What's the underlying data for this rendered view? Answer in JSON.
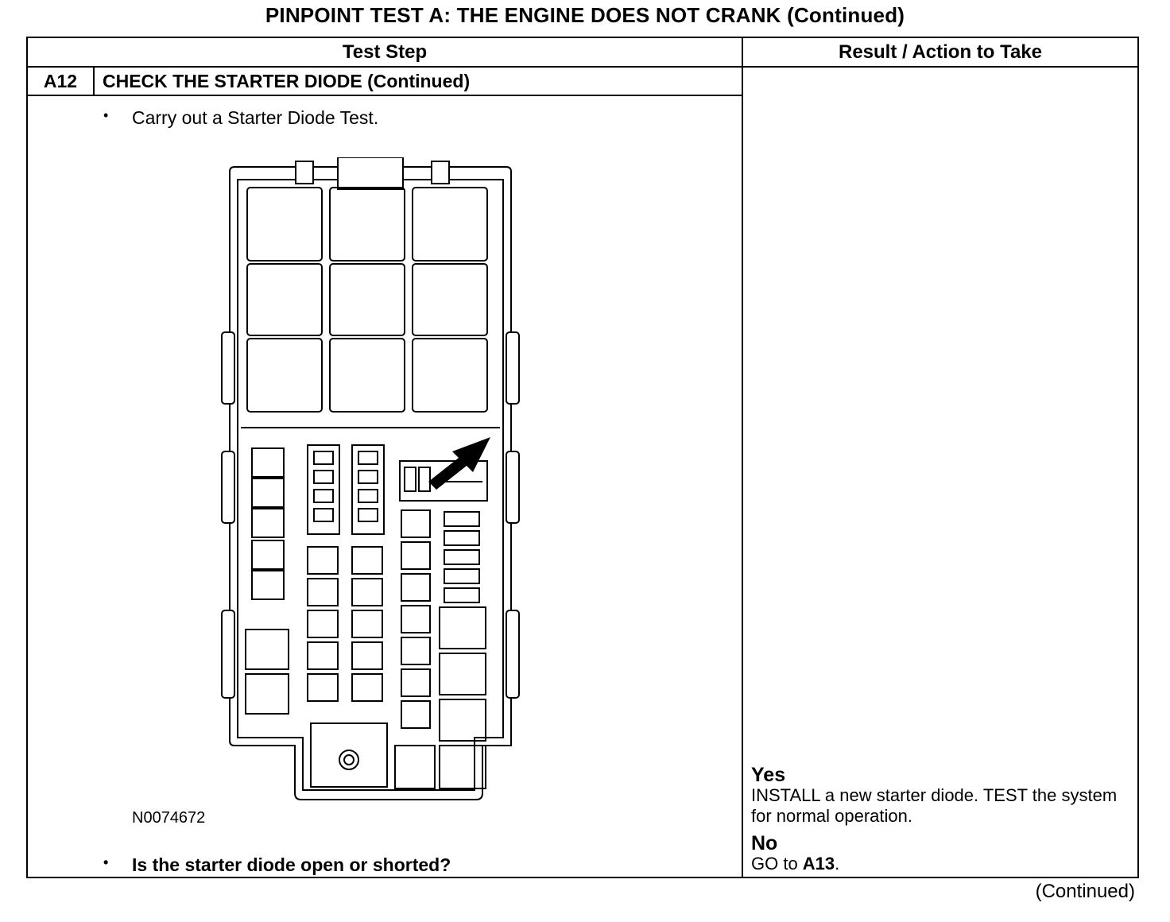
{
  "page": {
    "title": "PINPOINT TEST  A: THE ENGINE DOES NOT CRANK (Continued)",
    "continued_footer": "(Continued)"
  },
  "table": {
    "col_test_step": "Test Step",
    "col_result": "Result / Action to Take",
    "step_id": "A12",
    "step_title": "CHECK THE STARTER DIODE (Continued)",
    "bullets": [
      {
        "text": "Carry out a Starter Diode Test.",
        "bold": false
      },
      {
        "text": "Is the starter diode open or shorted?",
        "bold": true
      }
    ],
    "figure_id": "N0074672",
    "results": {
      "yes_label": "Yes",
      "yes_text": "INSTALL a new starter diode. TEST the system for normal operation.",
      "no_label": "No",
      "no_text_prefix": "GO to ",
      "no_link": "A13",
      "no_text_suffix": "."
    }
  },
  "figure": {
    "subject": "fuse-box-diagram",
    "highlight": "starter-diode-arrow"
  }
}
